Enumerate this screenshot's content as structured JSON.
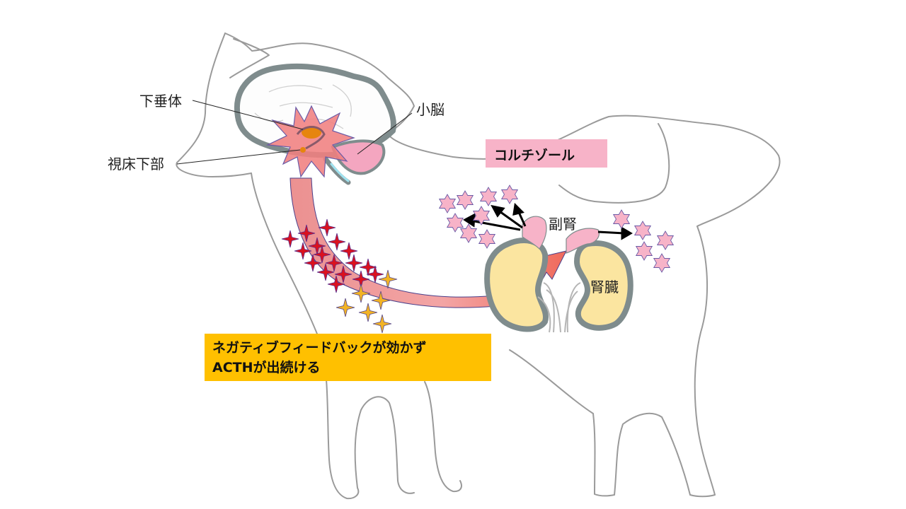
{
  "labels": {
    "pituitary": "下垂体",
    "hypothalamus": "視床下部",
    "cerebellum": "小脳",
    "adrenal": "副腎",
    "kidney": "腎臓",
    "cortisol": "コルチゾール"
  },
  "callout": {
    "line1": "ネガティブフィードバックが効かず",
    "line2": "ACTHが出続ける"
  },
  "colors": {
    "outline": "#8a8a8a",
    "organ_outline": "#7f8c8d",
    "brain_burst": "#f08080",
    "pituitary_core": "#e6850e",
    "cerebellum": "#f4a6c0",
    "kidney": "#fbe5a0",
    "adrenal": "#f7b3c8",
    "acth_arrow": "#ea6a6a",
    "red_star": "#d9121f",
    "gold_star": "#f2b324",
    "cortisol_box": "#f7b3c8",
    "callout_box": "#ffc000"
  }
}
